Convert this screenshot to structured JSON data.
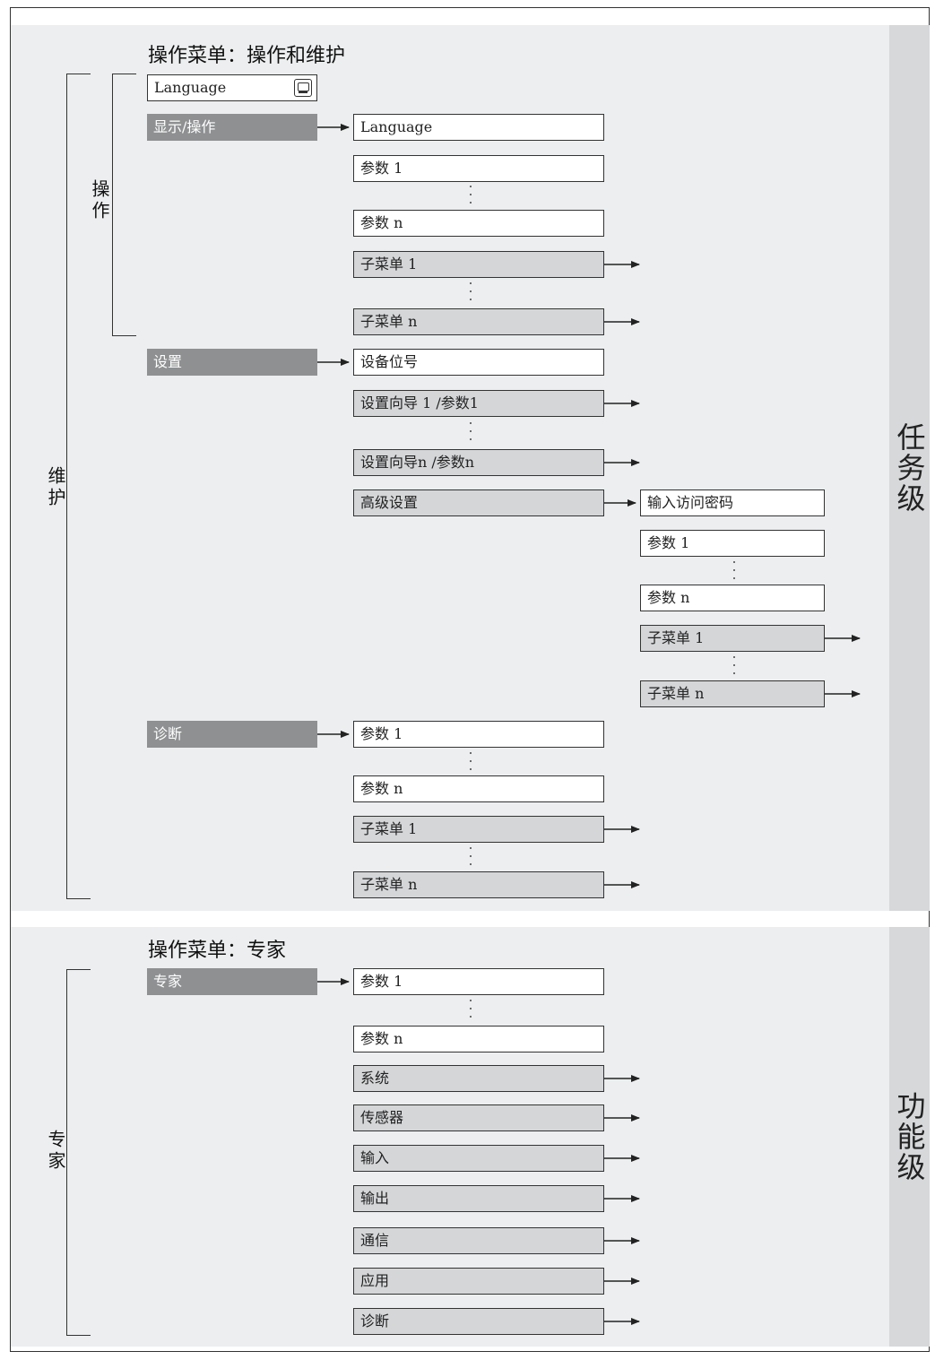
{
  "section_top": {
    "title": "操作菜单：操作和维护",
    "side_label": "任务级",
    "bracket_outer": "维护",
    "bracket_inner": "操作",
    "language_box": "Language",
    "language_icon": "display-icon",
    "menus": {
      "display": "显示/操作",
      "setup": "设置",
      "diagnostics": "诊断"
    },
    "display_items": [
      "Language",
      "参数 1",
      "参数 n",
      "子菜单 1",
      "子菜单 n"
    ],
    "setup_items": [
      "设备位号",
      "设置向导 1 /参数1",
      "设置向导n /参数n",
      "高级设置"
    ],
    "advanced_items": [
      "输入访问密码",
      "参数 1",
      "参数 n",
      "子菜单 1",
      "子菜单 n"
    ],
    "diagnostic_items": [
      "参数 1",
      "参数 n",
      "子菜单 1",
      "子菜单 n"
    ]
  },
  "section_bottom": {
    "title": "操作菜单：专家",
    "side_label": "功能级",
    "bracket_label": "专家",
    "menu": "专家",
    "items": [
      "参数 1",
      "参数 n",
      "系统",
      "传感器",
      "输入",
      "输出",
      "通信",
      "应用",
      "诊断"
    ]
  },
  "colors": {
    "panel": "#eceeef",
    "side_band": "#d6d8da",
    "menu_box": "#8e9092",
    "submenu_box": "#d4d6d8",
    "param_box": "#ffffff"
  }
}
